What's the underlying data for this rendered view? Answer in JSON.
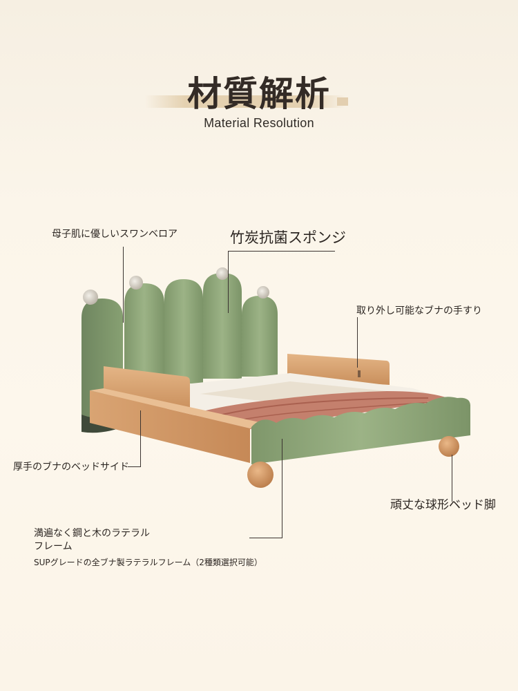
{
  "title": "材質解析",
  "subtitle": "Material Resolution",
  "labels": {
    "velour": "母子肌に優しいスワンベロア",
    "sponge": "竹炭抗菌スポンジ",
    "rail": "取り外し可能なブナの手すり",
    "side": "厚手のブナのベッドサイド",
    "legs": "頑丈な球形ベッド脚",
    "frame_line1": "満遍なく鋼と木のラテラル",
    "frame_line2": "フレーム",
    "frame_note": "SUPグレードの全ブナ製ラテラルフレーム（2種類選択可能）"
  },
  "colors": {
    "velvet_green": "#8fa77a",
    "beech_wood": "#d9a675",
    "background": "#fbf5ea"
  }
}
